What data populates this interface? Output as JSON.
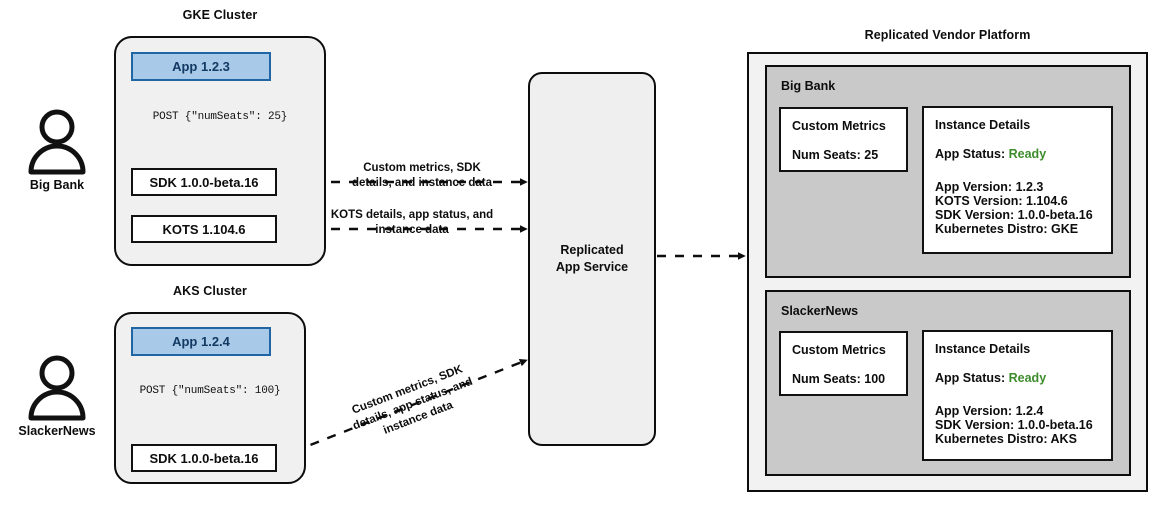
{
  "diagram": {
    "title_gke": "GKE Cluster",
    "title_aks": "AKS Cluster",
    "title_platform": "Replicated Vendor Platform"
  },
  "actors": [
    {
      "name": "Big Bank",
      "icon": "person-icon"
    },
    {
      "name": "SlackerNews",
      "icon": "person-icon"
    }
  ],
  "clusters": [
    {
      "id": "gke",
      "title": "GKE Cluster",
      "app": "App 1.2.3",
      "post": "POST {\"numSeats\": 25}",
      "components": [
        {
          "label": "SDK 1.0.0-beta.16"
        },
        {
          "label": "KOTS 1.104.6"
        }
      ]
    },
    {
      "id": "aks",
      "title": "AKS Cluster",
      "app": "App 1.2.4",
      "post": "POST {\"numSeats\": 100}",
      "components": [
        {
          "label": "SDK 1.0.0-beta.16"
        }
      ]
    }
  ],
  "edges": [
    {
      "id": "sdk-to-service",
      "line1": "Custom metrics, SDK",
      "line2": "details, and instance data"
    },
    {
      "id": "kots-to-service",
      "line1": "KOTS details, app status, and",
      "line2": "instance data"
    },
    {
      "id": "aks-sdk-to-service",
      "line1": "Custom metrics, SDK",
      "line2": "details, app status, and",
      "line3": "instance data"
    }
  ],
  "service": {
    "line1": "Replicated",
    "line2": "App Service"
  },
  "platform": {
    "title": "Replicated Vendor Platform",
    "tenants": [
      {
        "name": "Big Bank",
        "metrics": {
          "heading": "Custom Metrics",
          "value": "Num Seats: 25"
        },
        "details": {
          "heading": "Instance Details",
          "status_label": "App Status:",
          "status_value": "Ready",
          "status_color": "#3d8c2c",
          "lines": [
            "App Version: 1.2.3",
            "KOTS Version: 1.104.6",
            "SDK Version: 1.0.0-beta.16",
            "Kubernetes Distro: GKE"
          ]
        }
      },
      {
        "name": "SlackerNews",
        "metrics": {
          "heading": "Custom Metrics",
          "value": "Num Seats: 100"
        },
        "details": {
          "heading": "Instance Details",
          "status_label": "App Status:",
          "status_value": "Ready",
          "status_color": "#3d8c2c",
          "lines": [
            "App Version: 1.2.4",
            "SDK Version: 1.0.0-beta.16",
            "Kubernetes Distro: AKS"
          ]
        }
      }
    ]
  },
  "colors": {
    "app_fill": "#a9c9e8",
    "app_border": "#2166a4",
    "cluster_fill": "#f0f0f0",
    "tenant_fill": "#c9c9c9",
    "platform_fill": "#f2f2f2",
    "status_ready": "#3d8c2c",
    "stroke": "#0d0d0d"
  }
}
